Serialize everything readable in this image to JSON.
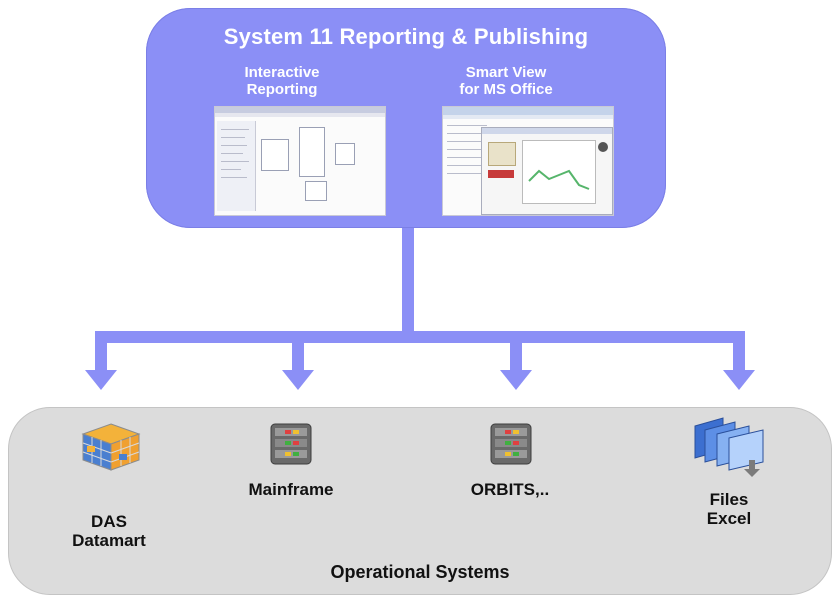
{
  "top": {
    "title": "System 11 Reporting & Publishing",
    "tools": [
      {
        "line1": "Interactive",
        "line2": "Reporting"
      },
      {
        "line1": "Smart View",
        "line2": "for MS Office"
      }
    ]
  },
  "bottom": {
    "title": "Operational Systems",
    "systems": [
      {
        "line1": "DAS",
        "line2": "Datamart",
        "icon": "cube-icon"
      },
      {
        "line1": "Mainframe",
        "line2": "",
        "icon": "database-icon"
      },
      {
        "line1": "ORBITS,..",
        "line2": "",
        "icon": "database-icon"
      },
      {
        "line1": "Files",
        "line2": "Excel",
        "icon": "folders-icon"
      }
    ]
  },
  "colors": {
    "accent": "#8b8ff6",
    "panel": "#dcdcdc"
  }
}
